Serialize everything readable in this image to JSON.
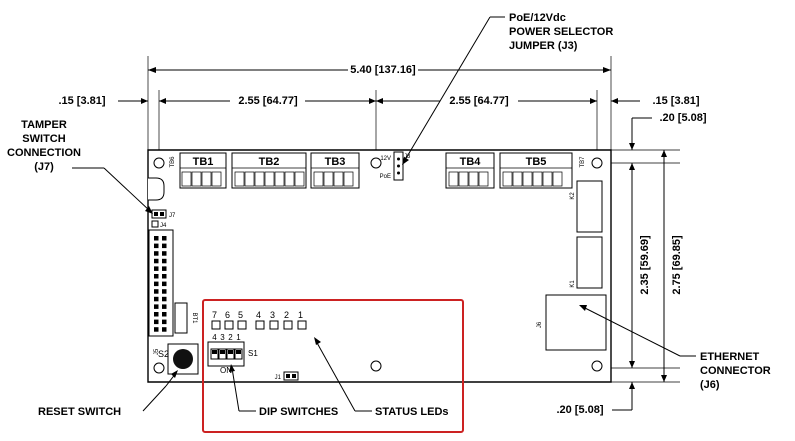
{
  "dimensions": {
    "overall_width": "5.40 [137.16]",
    "left_margin": ".15 [3.81]",
    "right_margin": ".15 [3.81]",
    "left_span": "2.55 [64.77]",
    "right_span": "2.55 [64.77]",
    "top_offset": ".20 [5.08]",
    "bottom_offset": ".20 [5.08]",
    "hole_height": "2.35 [59.69]",
    "overall_height": "2.75 [69.85]"
  },
  "callouts": {
    "power_selector": [
      "PoE/12Vdc",
      "POWER SELECTOR",
      "JUMPER (J3)"
    ],
    "tamper": [
      "TAMPER",
      "SWITCH",
      "CONNECTION",
      "(J7)"
    ],
    "ethernet": [
      "ETHERNET",
      "CONNECTOR",
      "(J6)"
    ],
    "reset": "RESET SWITCH",
    "dip": "DIP SWITCHES",
    "status": "STATUS LEDs"
  },
  "terminal_blocks": [
    "TB1",
    "TB2",
    "TB3",
    "TB4",
    "TB5"
  ],
  "board_marks": {
    "tb6": "TB6",
    "tb7": "TB7",
    "j3_12v": "12V",
    "j3_poe": "PoE",
    "j3": "J3",
    "j7": "J7",
    "j4": "J4",
    "k2": "K2",
    "k1": "K1",
    "j6": "J6",
    "bt1": "BT1",
    "j5": "J5",
    "s2": "S2",
    "s1": "S1",
    "j1": "J1",
    "on": "ON",
    "dip_numbers": [
      "4",
      "3",
      "2",
      "1"
    ],
    "led_numbers": [
      "7",
      "6",
      "5",
      "4",
      "3",
      "2",
      "1"
    ]
  },
  "colors": {
    "highlight_box": "#cc2222"
  }
}
